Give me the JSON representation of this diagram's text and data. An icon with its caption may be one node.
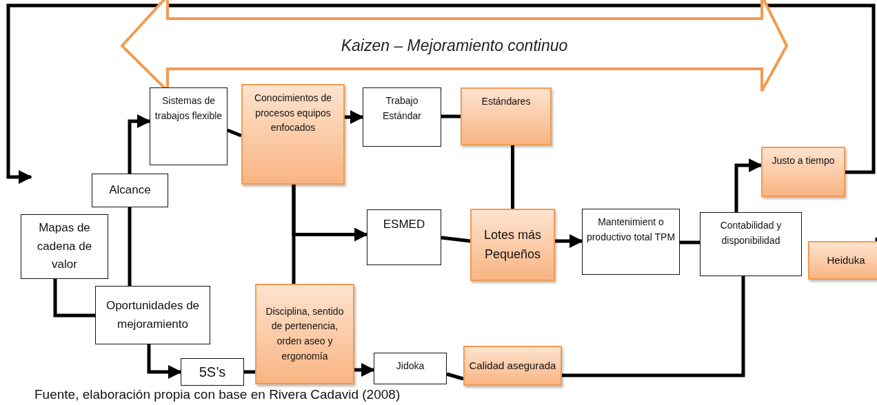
{
  "diagram": {
    "caption": "Fuente, elaboración propia con base en Rivera Cadavid (2008)",
    "nodes": [
      {
        "text": [
          "Kaizen – Mejoramiento continuo"
        ]
      },
      {
        "text": [
          "Sistemas de trabajos flexible"
        ]
      },
      {
        "text": [
          "Conocimientos de procesos equipos enfocados"
        ]
      },
      {
        "text": [
          "Trabajo Estándar"
        ]
      },
      {
        "text": [
          "Estándares"
        ]
      },
      {
        "text": [
          "Alcance"
        ]
      },
      {
        "text": [
          "Mapas de cadena de valor"
        ]
      },
      {
        "text": [
          "ESMED"
        ]
      },
      {
        "text": [
          "Lotes más Pequeños"
        ]
      },
      {
        "text": [
          "Mantenimient o productivo total TPM"
        ]
      },
      {
        "text": [
          "Justo a tiempo"
        ]
      },
      {
        "text": [
          "Contabilidad y disponibilidad"
        ]
      },
      {
        "text": [
          "Heiduka"
        ]
      },
      {
        "text": [
          "Oportunidades de mejoramiento"
        ]
      },
      {
        "text": [
          "Disciplina, sentido de pertenencia, orden aseo y ergonomía"
        ]
      },
      {
        "text": [
          "5S’s"
        ]
      },
      {
        "text": [
          "Jidoka"
        ]
      },
      {
        "text": [
          "Calidad asegurada"
        ]
      }
    ],
    "edges": [
      {
        "from": 5,
        "to": 1,
        "arrow": "to"
      },
      {
        "from": 13,
        "to": 5,
        "arrow": "none"
      },
      {
        "from": 6,
        "to": 13,
        "arrow": "none"
      },
      {
        "from": 13,
        "to": 15,
        "arrow": "to"
      },
      {
        "from": 15,
        "to": 14,
        "arrow": "none"
      },
      {
        "from": 1,
        "to": 2,
        "arrow": "none"
      },
      {
        "from": 2,
        "to": 3,
        "arrow": "to"
      },
      {
        "from": 3,
        "to": 4,
        "arrow": "none"
      },
      {
        "from": 2,
        "to": 14,
        "arrow": "none"
      },
      {
        "from": 2,
        "to": 7,
        "arrow": "to"
      },
      {
        "from": 7,
        "to": 8,
        "arrow": "none"
      },
      {
        "from": 4,
        "to": 8,
        "arrow": "none"
      },
      {
        "from": 8,
        "to": 9,
        "arrow": "to"
      },
      {
        "from": 9,
        "to": 11,
        "arrow": "none"
      },
      {
        "from": 11,
        "to": 10,
        "arrow": "to"
      },
      {
        "from": 14,
        "to": 16,
        "arrow": "to"
      },
      {
        "from": 16,
        "to": 17,
        "arrow": "none"
      },
      {
        "from": 17,
        "to": 11,
        "arrow": "none"
      },
      {
        "from": 10,
        "to": null,
        "arrow": "to"
      },
      {
        "from": 12,
        "to": null,
        "arrow": "none"
      }
    ]
  }
}
